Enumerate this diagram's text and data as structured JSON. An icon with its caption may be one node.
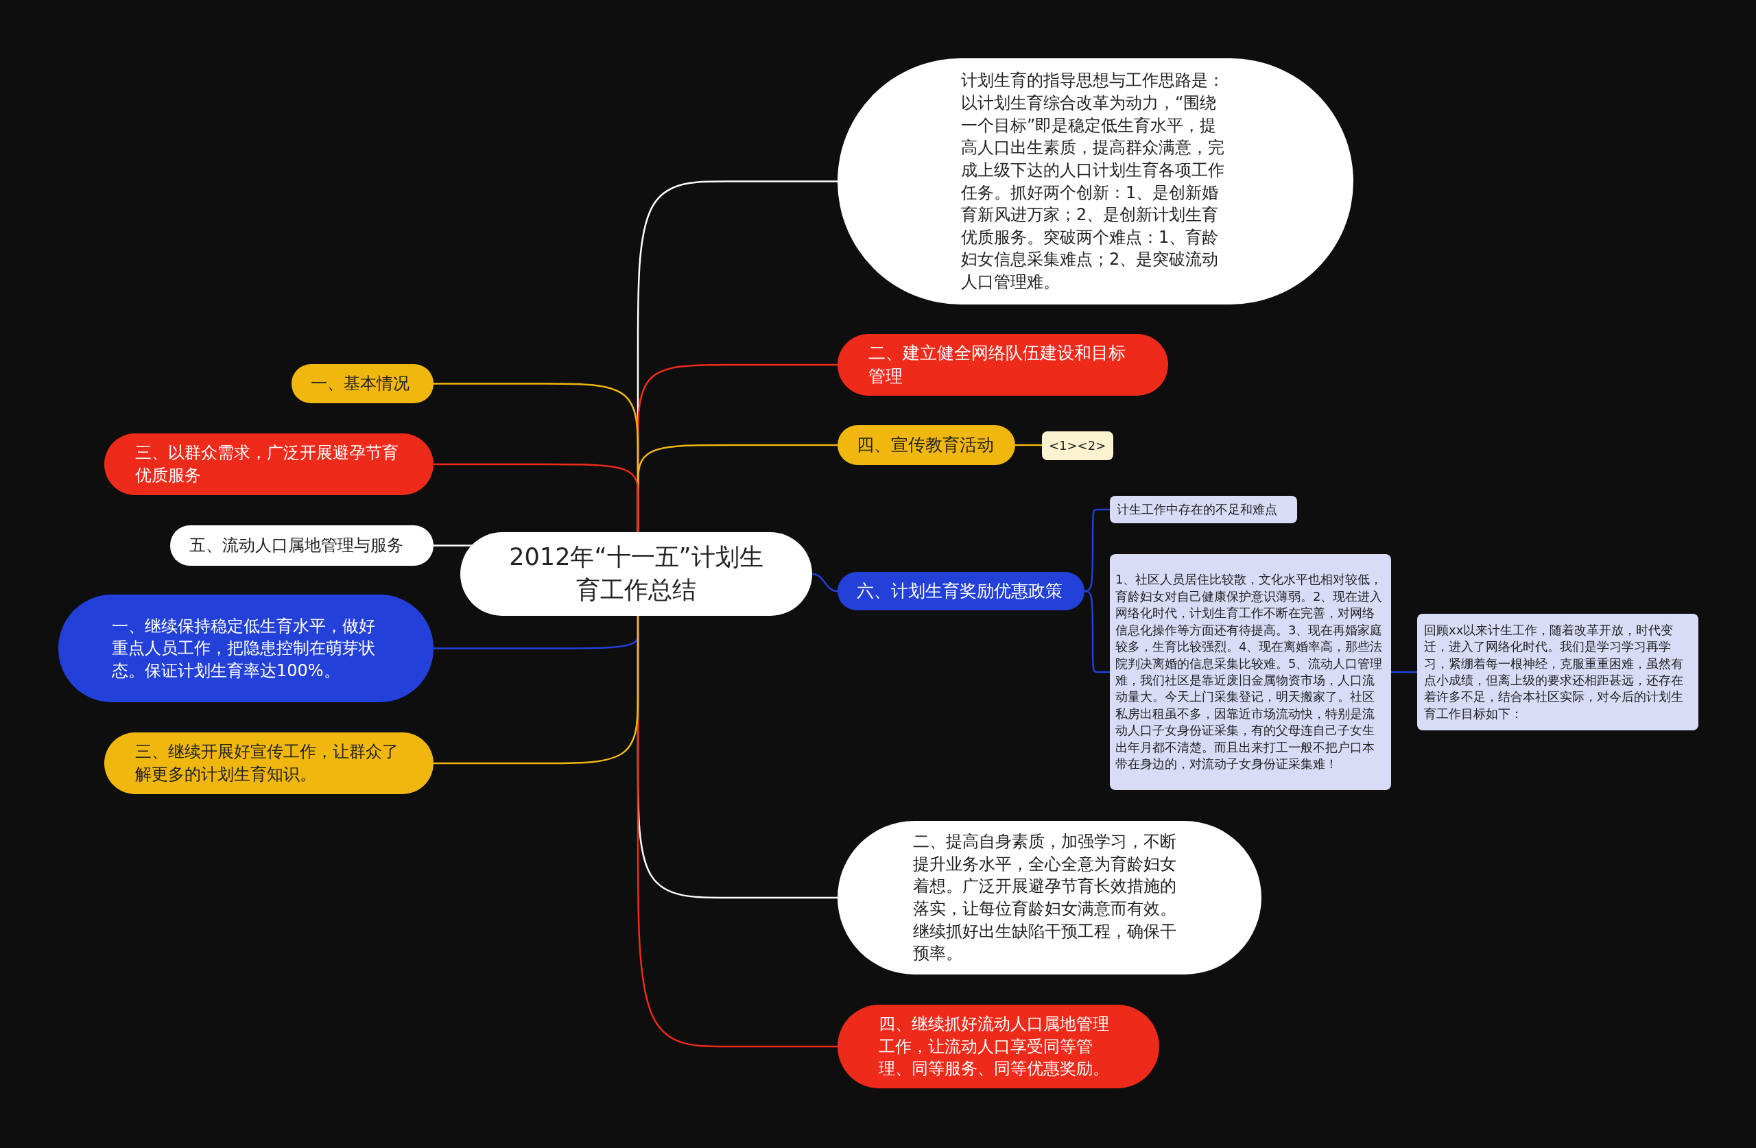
{
  "diagram": {
    "nodes": [
      {
        "text": [
          "2012年“十一五”计划生育工作总结"
        ]
      },
      {
        "text": [
          "计划生育的指导思想与工作思路是：以计划生育综合改革为动力，“围绕一个目标”即是稳定低生育水平，提高人口出生素质，提高群众满意，完成上级下达的人口计划生育各项工作任务。抓好两个创新：1、是创新婚育新风进万家；2、是创新计划生育优质服务。突破两个难点：1、育龄妇女信息采集难点；2、是突破流动人口管理难。"
        ]
      },
      {
        "text": [
          "二、建立健全网络队伍建设和目标管理"
        ]
      },
      {
        "text": [
          "四、宣传教育活动"
        ]
      },
      {
        "text": [
          "<1><2>"
        ]
      },
      {
        "text": [
          "六、计划生育奖励优惠政策"
        ]
      },
      {
        "text": [
          "计生工作中存在的不足和难点"
        ]
      },
      {
        "text": [
          "1、社区人员居住比较散，文化水平也相对较低，育龄妇女对自己健康保护意识薄弱。2、现在进入网络化时代，计划生育工作不断在完善，对网络信息化操作等方面还有待提高。3、现在再婚家庭较多，生育比较强烈。4、现在离婚率高，那些法院判决离婚的信息采集比较难。5、流动人口管理难，我们社区是靠近废旧金属物资市场，人口流动量大。今天上门采集登记，明天搬家了。社区私房出租虽不多，因靠近市场流动快，特别是流动人口子女身份证采集，有的父母连自己子女生出年月都不清楚。而且出来打工一般不把户口本带在身边的，对流动子女身份证采集难！"
        ]
      },
      {
        "text": [
          "回顾xx以来计生工作，随着改革开放，时代变迁，进入了网络化时代。我们是学习学习再学习，紧绷着每一根神经，克服重重困难，虽然有点小成绩，但离上级的要求还相距甚远，还存在着许多不足，结合本社区实际，对今后的计划生育工作目标如下："
        ]
      },
      {
        "text": [
          "二、提高自身素质，加强学习，不断提升业务水平，全心全意为育龄妇女着想。广泛开展避孕节育长效措施的落实，让每位育龄妇女满意而有效。继续抓好出生缺陷干预工程，确保干预率。"
        ]
      },
      {
        "text": [
          "四、继续抓好流动人口属地管理工作，让流动人口享受同等管理、同等服务、同等优惠奖励。"
        ]
      },
      {
        "text": [
          "一、基本情况"
        ]
      },
      {
        "text": [
          "三、以群众需求，广泛开展避孕节育优质服务"
        ]
      },
      {
        "text": [
          "五、流动人口属地管理与服务"
        ]
      },
      {
        "text": [
          "一、继续保持稳定低生育水平，做好重点人员工作，把隐患控制在萌芽状态。保证计划生育率达100%。"
        ]
      },
      {
        "text": [
          "三、继续开展好宣传工作，让群众了解更多的计划生育知识。"
        ]
      }
    ],
    "edges": [
      {
        "from": 0,
        "to": 1,
        "arrow": "none",
        "color": "#ffffff"
      },
      {
        "from": 0,
        "to": 2,
        "arrow": "none",
        "color": "#ee2a1b"
      },
      {
        "from": 0,
        "to": 3,
        "arrow": "none",
        "color": "#f0b80f"
      },
      {
        "from": 3,
        "to": 4,
        "arrow": "none",
        "color": "#f0b80f"
      },
      {
        "from": 0,
        "to": 5,
        "arrow": "none"
      },
      {
        "from": 5,
        "to": 6,
        "arrow": "none"
      },
      {
        "from": 5,
        "to": 7,
        "arrow": "none"
      },
      {
        "from": 7,
        "to": 8,
        "arrow": "none"
      },
      {
        "from": 0,
        "to": 9,
        "arrow": "none",
        "color": "#ffffff"
      },
      {
        "from": 0,
        "to": 10,
        "arrow": "none",
        "color": "#ee2a1b"
      },
      {
        "from": 0,
        "to": 11,
        "arrow": "none",
        "color": "#f0b80f"
      },
      {
        "from": 0,
        "to": 12,
        "arrow": "none",
        "color": "#ee2a1b"
      },
      {
        "from": 0,
        "to": 13,
        "arrow": "none",
        "color": "#ffffff"
      },
      {
        "from": 0,
        "to": 14,
        "arrow": "none"
      },
      {
        "from": 0,
        "to": 15,
        "arrow": "none",
        "color": "#f0b80f"
      }
    ]
  }
}
